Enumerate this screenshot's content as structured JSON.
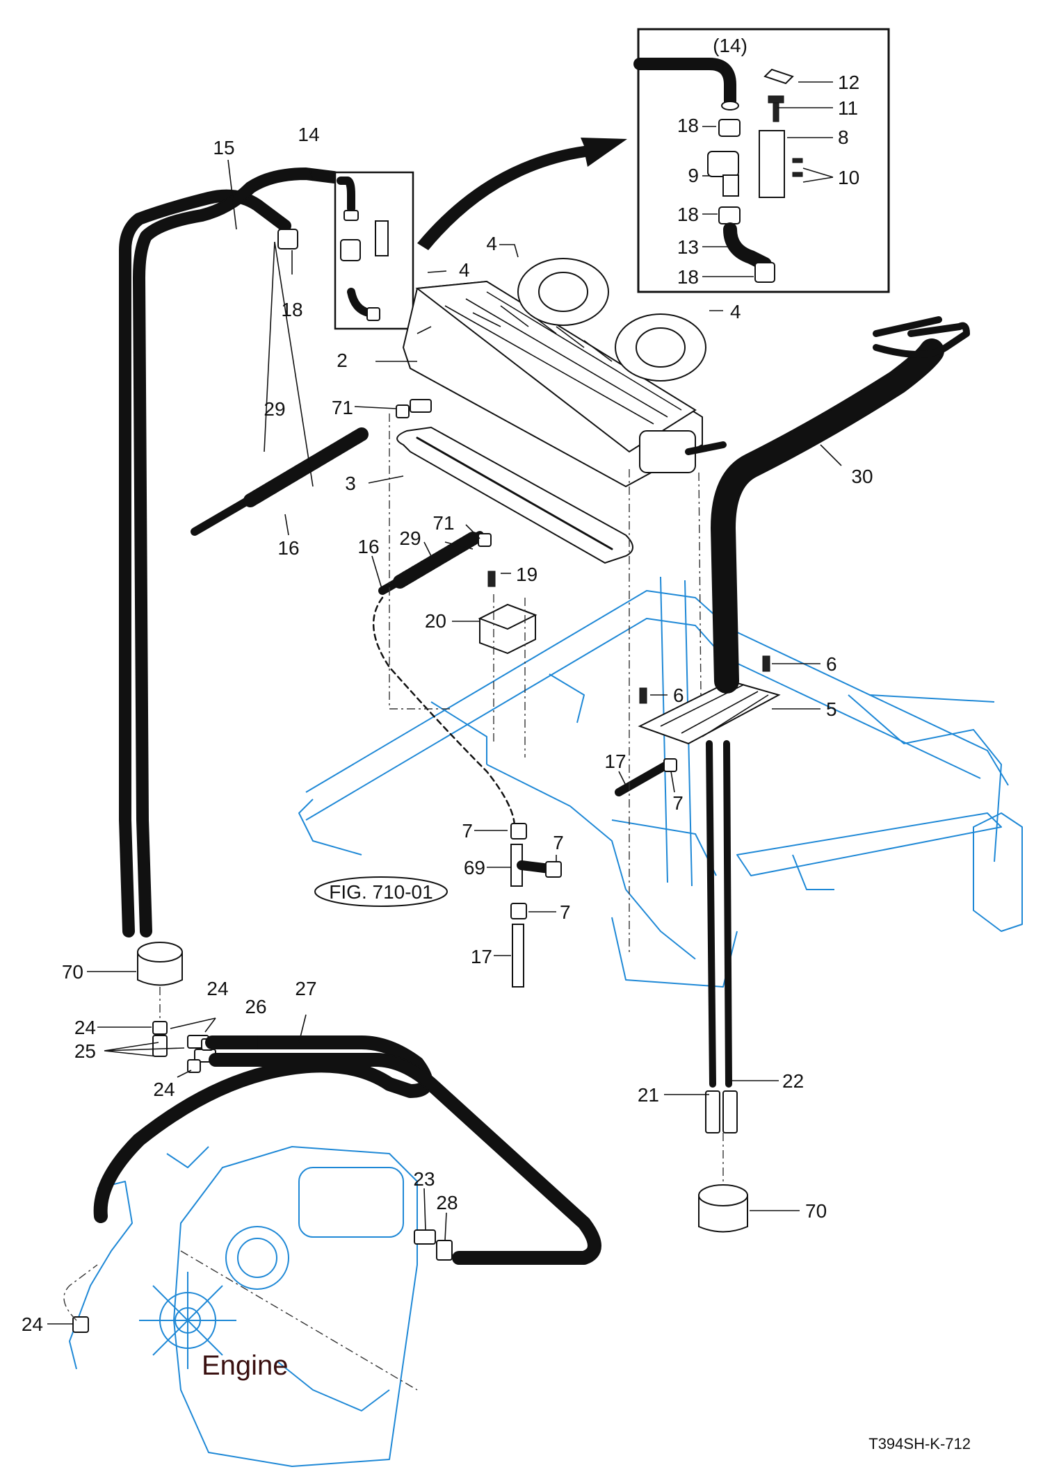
{
  "drawing": {
    "drawing_code": "T394SH-K-712",
    "figure_reference": "FIG. 710-01",
    "engine_label": "Engine"
  },
  "callouts": [
    {
      "key": "c14p",
      "text": "(14)"
    },
    {
      "key": "c12",
      "text": "12"
    },
    {
      "key": "c11",
      "text": "11"
    },
    {
      "key": "c18a",
      "text": "18"
    },
    {
      "key": "c8",
      "text": "8"
    },
    {
      "key": "c9",
      "text": "9"
    },
    {
      "key": "c10",
      "text": "10"
    },
    {
      "key": "c18b",
      "text": "18"
    },
    {
      "key": "c13",
      "text": "13"
    },
    {
      "key": "c18c",
      "text": "18"
    },
    {
      "key": "c15",
      "text": "15"
    },
    {
      "key": "c14",
      "text": "14"
    },
    {
      "key": "c18d",
      "text": "18"
    },
    {
      "key": "c4a",
      "text": "4"
    },
    {
      "key": "c4b",
      "text": "4"
    },
    {
      "key": "c4c",
      "text": "4"
    },
    {
      "key": "c2",
      "text": "2"
    },
    {
      "key": "c29a",
      "text": "29"
    },
    {
      "key": "c71a",
      "text": "71"
    },
    {
      "key": "c3",
      "text": "3"
    },
    {
      "key": "c30",
      "text": "30"
    },
    {
      "key": "c16a",
      "text": "16"
    },
    {
      "key": "c29b",
      "text": "29"
    },
    {
      "key": "c71b",
      "text": "71"
    },
    {
      "key": "c16b",
      "text": "16"
    },
    {
      "key": "c19",
      "text": "19"
    },
    {
      "key": "c20",
      "text": "20"
    },
    {
      "key": "c6a",
      "text": "6"
    },
    {
      "key": "c6b",
      "text": "6"
    },
    {
      "key": "c5",
      "text": "5"
    },
    {
      "key": "c17a",
      "text": "17"
    },
    {
      "key": "c7a",
      "text": "7"
    },
    {
      "key": "c7b",
      "text": "7"
    },
    {
      "key": "c7c",
      "text": "7"
    },
    {
      "key": "c69",
      "text": "69"
    },
    {
      "key": "c7d",
      "text": "7"
    },
    {
      "key": "c17b",
      "text": "17"
    },
    {
      "key": "c70a",
      "text": "70"
    },
    {
      "key": "c24a",
      "text": "24"
    },
    {
      "key": "c24b",
      "text": "24"
    },
    {
      "key": "c26",
      "text": "26"
    },
    {
      "key": "c27",
      "text": "27"
    },
    {
      "key": "c25",
      "text": "25"
    },
    {
      "key": "c24c",
      "text": "24"
    },
    {
      "key": "c21",
      "text": "21"
    },
    {
      "key": "c22",
      "text": "22"
    },
    {
      "key": "c23",
      "text": "23"
    },
    {
      "key": "c28",
      "text": "28"
    },
    {
      "key": "c70b",
      "text": "70"
    },
    {
      "key": "c24d",
      "text": "24"
    }
  ]
}
